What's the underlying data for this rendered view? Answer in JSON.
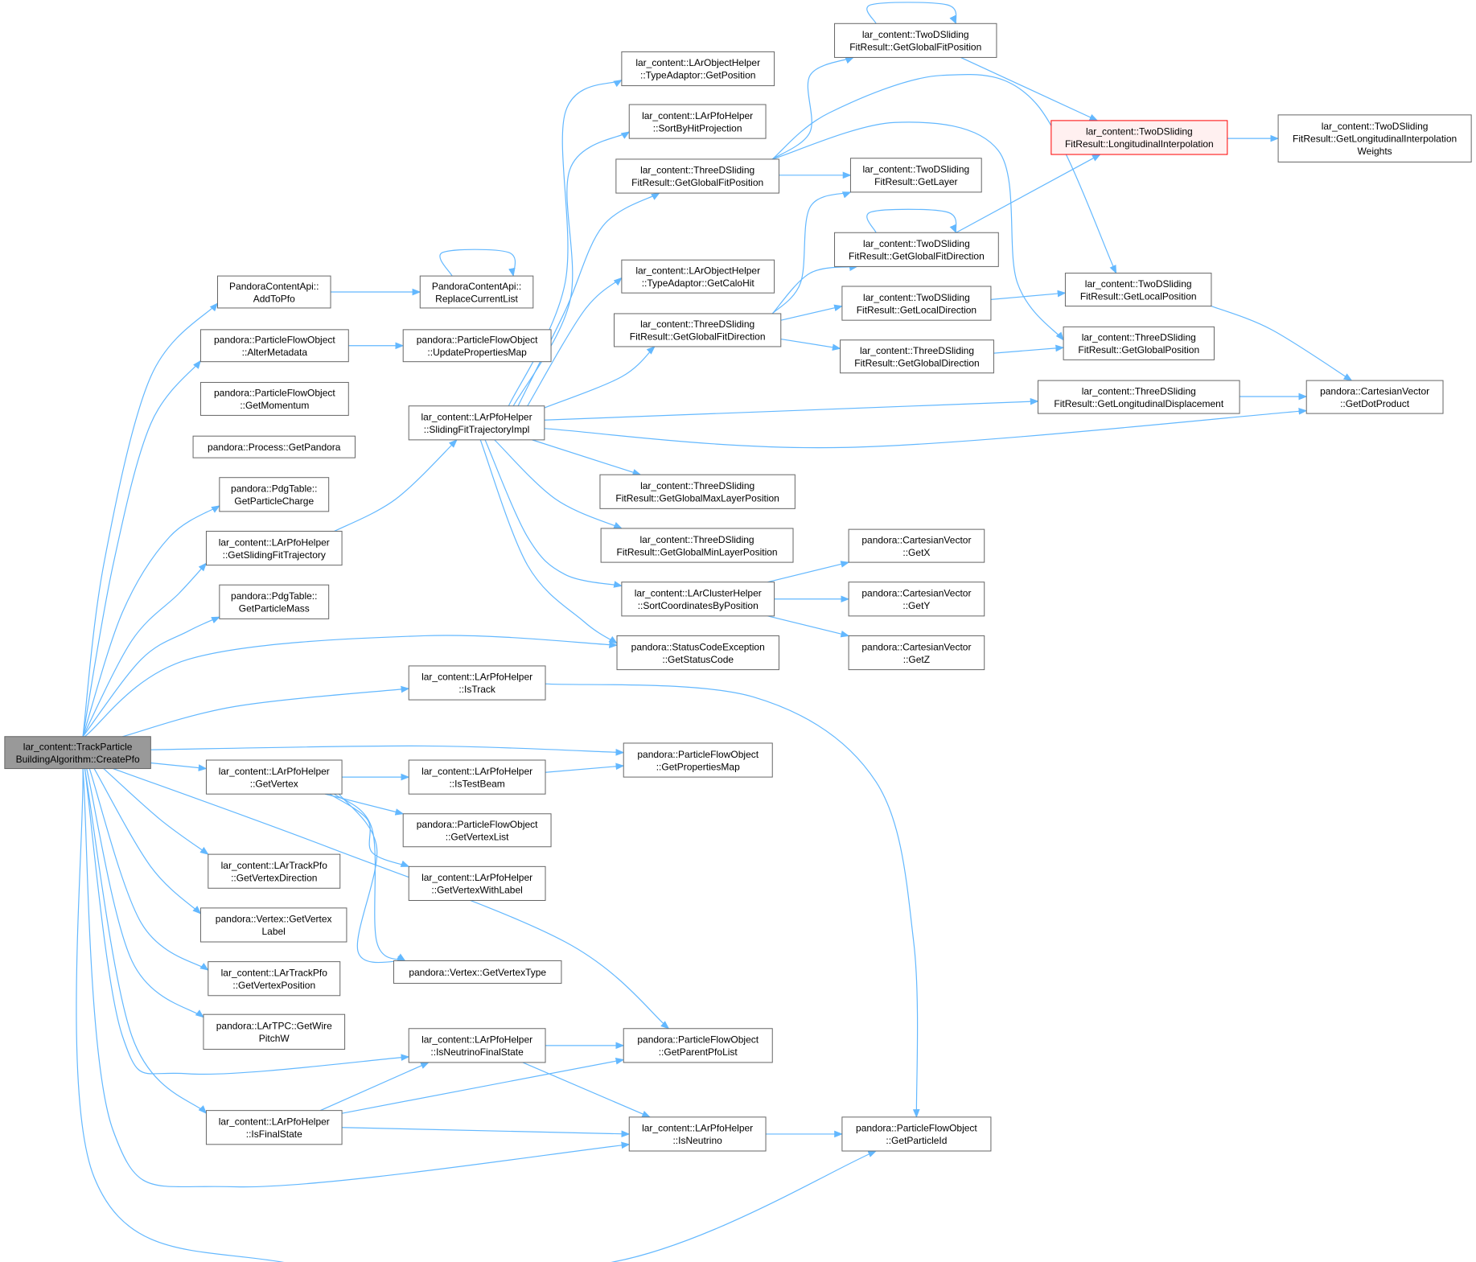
{
  "colors": {
    "edge": "#63b8ff",
    "node_border": "#666666",
    "root_fill": "#999999",
    "highlight_fill": "#fff0f0",
    "highlight_border": "#ff0000"
  },
  "nodes": [
    {
      "id": "n_root",
      "lines": [
        "lar_content::TrackParticle",
        "BuildingAlgorithm::CreatePfo"
      ],
      "style": "root"
    },
    {
      "id": "n_addtopfo",
      "lines": [
        "PandoraContentApi::",
        "AddToPfo"
      ]
    },
    {
      "id": "n_replacecurrentlist",
      "lines": [
        "PandoraContentApi::",
        "ReplaceCurrentList"
      ]
    },
    {
      "id": "n_altermetadata",
      "lines": [
        "pandora::ParticleFlowObject",
        "::AlterMetadata"
      ]
    },
    {
      "id": "n_updatepropertiesmap",
      "lines": [
        "pandora::ParticleFlowObject",
        "::UpdatePropertiesMap"
      ]
    },
    {
      "id": "n_getmomentum",
      "lines": [
        "pandora::ParticleFlowObject",
        "::GetMomentum"
      ]
    },
    {
      "id": "n_getpandora",
      "lines": [
        "pandora::Process::GetPandora"
      ]
    },
    {
      "id": "n_getparticlecharge",
      "lines": [
        "pandora::PdgTable::",
        "GetParticleCharge"
      ]
    },
    {
      "id": "n_getslidingfittrajectory",
      "lines": [
        "lar_content::LArPfoHelper",
        "::GetSlidingFitTrajectory"
      ]
    },
    {
      "id": "n_getparticlemass",
      "lines": [
        "pandora::PdgTable::",
        "GetParticleMass"
      ]
    },
    {
      "id": "n_slidingfittrajectoryimpl",
      "lines": [
        "lar_content::LArPfoHelper",
        "::SlidingFitTrajectoryImpl"
      ]
    },
    {
      "id": "n_typeadaptor_getposition",
      "lines": [
        "lar_content::LArObjectHelper",
        "::TypeAdaptor::GetPosition"
      ]
    },
    {
      "id": "n_sortbyhitprojection",
      "lines": [
        "lar_content::LArPfoHelper",
        "::SortByHitProjection"
      ]
    },
    {
      "id": "n_3d_getglobalfitposition",
      "lines": [
        "lar_content::ThreeDSliding",
        "FitResult::GetGlobalFitPosition"
      ]
    },
    {
      "id": "n_typeadaptor_getcalohit",
      "lines": [
        "lar_content::LArObjectHelper",
        "::TypeAdaptor::GetCaloHit"
      ]
    },
    {
      "id": "n_3d_getglobalfitdirection",
      "lines": [
        "lar_content::ThreeDSliding",
        "FitResult::GetGlobalFitDirection"
      ]
    },
    {
      "id": "n_2d_getglobalfitposition",
      "lines": [
        "lar_content::TwoDSliding",
        "FitResult::GetGlobalFitPosition"
      ]
    },
    {
      "id": "n_2d_getlayer",
      "lines": [
        "lar_content::TwoDSliding",
        "FitResult::GetLayer"
      ]
    },
    {
      "id": "n_2d_getglobalfitdirection",
      "lines": [
        "lar_content::TwoDSliding",
        "FitResult::GetGlobalFitDirection"
      ]
    },
    {
      "id": "n_2d_getlocaldirection",
      "lines": [
        "lar_content::TwoDSliding",
        "FitResult::GetLocalDirection"
      ]
    },
    {
      "id": "n_3d_getglobaldirection",
      "lines": [
        "lar_content::ThreeDSliding",
        "FitResult::GetGlobalDirection"
      ]
    },
    {
      "id": "n_2d_longitudinalinterpolation",
      "lines": [
        "lar_content::TwoDSliding",
        "FitResult::LongitudinalInterpolation"
      ],
      "style": "highlight"
    },
    {
      "id": "n_2d_getlongitudinalinterpolationweights",
      "lines": [
        "lar_content::TwoDSliding",
        "FitResult::GetLongitudinalInterpolation",
        "Weights"
      ]
    },
    {
      "id": "n_2d_getlocalposition",
      "lines": [
        "lar_content::TwoDSliding",
        "FitResult::GetLocalPosition"
      ]
    },
    {
      "id": "n_3d_getglobalposition",
      "lines": [
        "lar_content::ThreeDSliding",
        "FitResult::GetGlobalPosition"
      ]
    },
    {
      "id": "n_3d_getlongitudinaldisplacement",
      "lines": [
        "lar_content::ThreeDSliding",
        "FitResult::GetLongitudinalDisplacement"
      ]
    },
    {
      "id": "n_getdotproduct",
      "lines": [
        "pandora::CartesianVector",
        "::GetDotProduct"
      ]
    },
    {
      "id": "n_3d_getglobalmaxlayerposition",
      "lines": [
        "lar_content::ThreeDSliding",
        "FitResult::GetGlobalMaxLayerPosition"
      ]
    },
    {
      "id": "n_3d_getglobalminlayerposition",
      "lines": [
        "lar_content::ThreeDSliding",
        "FitResult::GetGlobalMinLayerPosition"
      ]
    },
    {
      "id": "n_sortcoordinatesbyposition",
      "lines": [
        "lar_content::LArClusterHelper",
        "::SortCoordinatesByPosition"
      ]
    },
    {
      "id": "n_getx",
      "lines": [
        "pandora::CartesianVector",
        "::GetX"
      ]
    },
    {
      "id": "n_gety",
      "lines": [
        "pandora::CartesianVector",
        "::GetY"
      ]
    },
    {
      "id": "n_getz",
      "lines": [
        "pandora::CartesianVector",
        "::GetZ"
      ]
    },
    {
      "id": "n_getstatuscode",
      "lines": [
        "pandora::StatusCodeException",
        "::GetStatusCode"
      ]
    },
    {
      "id": "n_istrack",
      "lines": [
        "lar_content::LArPfoHelper",
        "::IsTrack"
      ]
    },
    {
      "id": "n_getpropertiesmap",
      "lines": [
        "pandora::ParticleFlowObject",
        "::GetPropertiesMap"
      ]
    },
    {
      "id": "n_getvertex",
      "lines": [
        "lar_content::LArPfoHelper",
        "::GetVertex"
      ]
    },
    {
      "id": "n_istestbeam",
      "lines": [
        "lar_content::LArPfoHelper",
        "::IsTestBeam"
      ]
    },
    {
      "id": "n_getvertexlist",
      "lines": [
        "pandora::ParticleFlowObject",
        "::GetVertexList"
      ]
    },
    {
      "id": "n_getvertexwithlabel",
      "lines": [
        "lar_content::LArPfoHelper",
        "::GetVertexWithLabel"
      ]
    },
    {
      "id": "n_getvertexdirection",
      "lines": [
        "lar_content::LArTrackPfo",
        "::GetVertexDirection"
      ]
    },
    {
      "id": "n_getvertexlabel",
      "lines": [
        "pandora::Vertex::GetVertex",
        "Label"
      ]
    },
    {
      "id": "n_getvertextype",
      "lines": [
        "pandora::Vertex::GetVertexType"
      ]
    },
    {
      "id": "n_getvertexposition",
      "lines": [
        "lar_content::LArTrackPfo",
        "::GetVertexPosition"
      ]
    },
    {
      "id": "n_getwirepitchw",
      "lines": [
        "pandora::LArTPC::GetWire",
        "PitchW"
      ]
    },
    {
      "id": "n_isneutrinofinalstate",
      "lines": [
        "lar_content::LArPfoHelper",
        "::IsNeutrinoFinalState"
      ]
    },
    {
      "id": "n_getparentpfolist",
      "lines": [
        "pandora::ParticleFlowObject",
        "::GetParentPfoList"
      ]
    },
    {
      "id": "n_isfinalstate",
      "lines": [
        "lar_content::LArPfoHelper",
        "::IsFinalState"
      ]
    },
    {
      "id": "n_isneutrino",
      "lines": [
        "lar_content::LArPfoHelper",
        "::IsNeutrino"
      ]
    },
    {
      "id": "n_getparticleid",
      "lines": [
        "pandora::ParticleFlowObject",
        "::GetParticleId"
      ]
    }
  ]
}
